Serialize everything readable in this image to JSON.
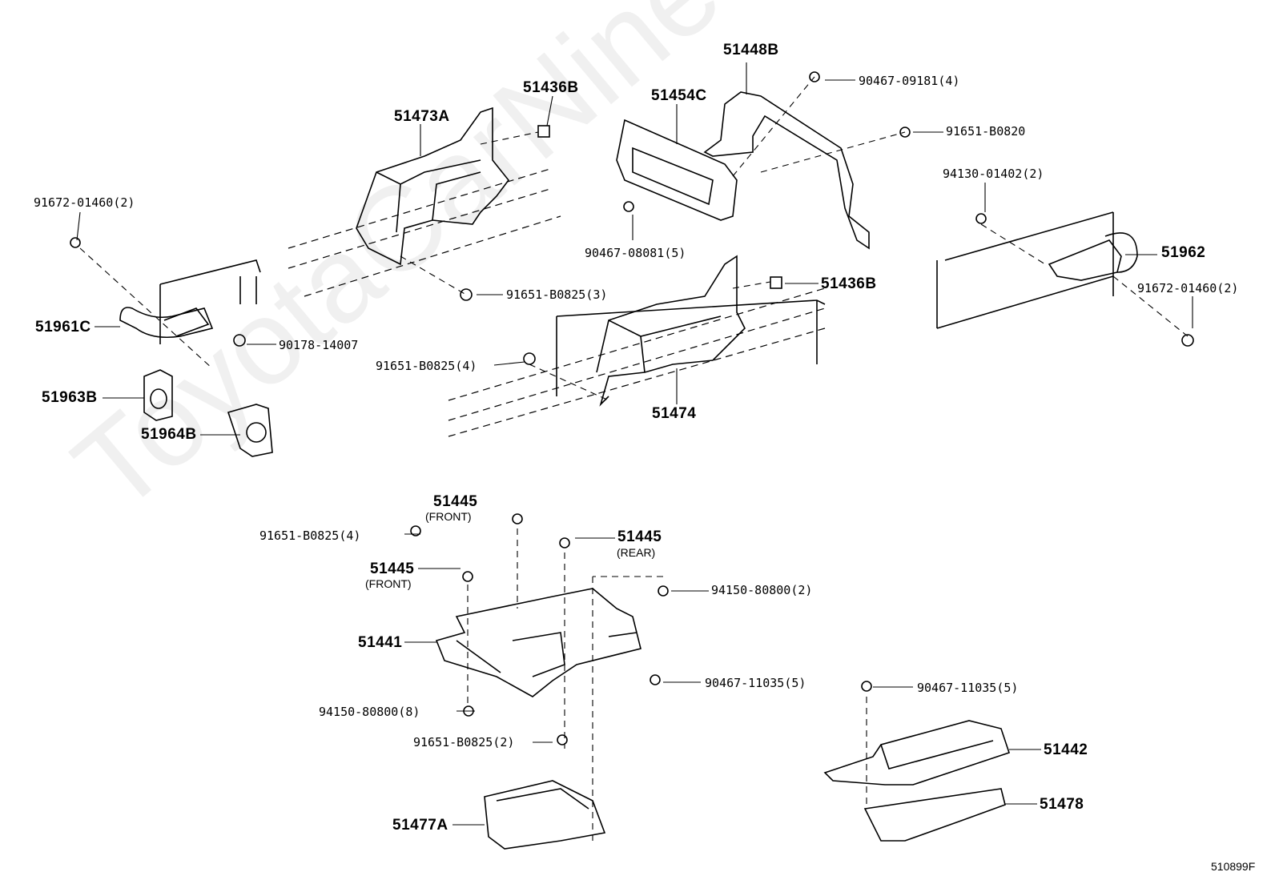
{
  "watermark": "ToyotaCarNine.ru",
  "reference_code": "510899F",
  "labels": {
    "p51448B": "51448B",
    "p90467_09181": "90467-09181(4)",
    "p51436B_top": "51436B",
    "p51454C": "51454C",
    "p91651_B0820": "91651-B0820",
    "p51473A": "51473A",
    "p94130_01402": "94130-01402(2)",
    "p91672_01460_left": "91672-01460(2)",
    "p90467_08081": "90467-08081(5)",
    "p51962": "51962",
    "p91651_B0825_3": "91651-B0825(3)",
    "p51436B_mid": "51436B",
    "p91672_01460_right": "91672-01460(2)",
    "p51961C": "51961C",
    "p90178_14007": "90178-14007",
    "p91651_B0825_4a": "91651-B0825(4)",
    "p51963B": "51963B",
    "p51474": "51474",
    "p51964B": "51964B",
    "p51445_front_top": "51445",
    "p51445_front_top_note": "(FRONT)",
    "p91651_B0825_4b": "91651-B0825(4)",
    "p51445_rear": "51445",
    "p51445_rear_note": "(REAR)",
    "p51445_front_mid": "51445",
    "p51445_front_mid_note": "(FRONT)",
    "p94150_80800_2": "94150-80800(2)",
    "p51441": "51441",
    "p90467_11035_a": "90467-11035(5)",
    "p90467_11035_b": "90467-11035(5)",
    "p94150_80800_8": "94150-80800(8)",
    "p91651_B0825_2": "91651-B0825(2)",
    "p51442": "51442",
    "p51478": "51478",
    "p51477A": "51477A"
  }
}
